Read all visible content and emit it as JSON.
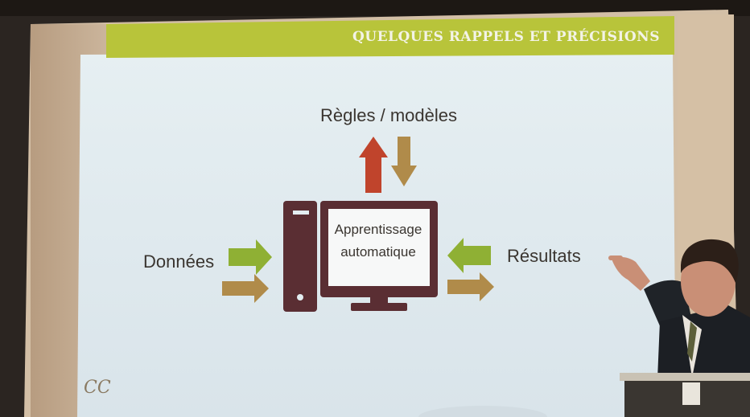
{
  "slide": {
    "title": "QUELQUES RAPPELS ET PRÉCISIONS",
    "logo": "CC"
  },
  "diagram": {
    "rules_label": "Règles / modèles",
    "inputs_label": "Données",
    "outputs_label": "Résultats",
    "computer_text_line1": "Apprentissage",
    "computer_text_line2": "automatique"
  },
  "colors": {
    "header_bar": "#b8c43a",
    "slide_background": "#e3edf1",
    "arrow_green": "#8fb034",
    "arrow_tan": "#b08b4a",
    "arrow_red": "#c0442c",
    "computer": "#5a2e33"
  },
  "icons": [
    "up-arrow-icon",
    "down-arrow-icon",
    "right-arrow-icon",
    "left-arrow-icon",
    "computer-tower-icon",
    "monitor-icon",
    "presenter-person",
    "lectern"
  ]
}
